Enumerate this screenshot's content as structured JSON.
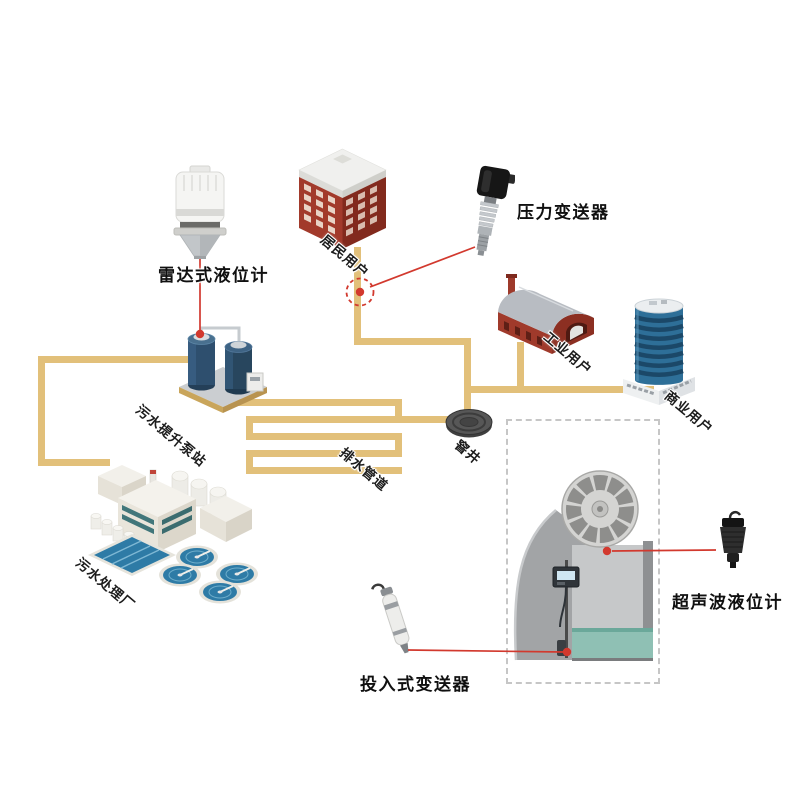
{
  "diagram": {
    "nodes": {
      "radar_level_meter": {
        "label": "雷达式液位计"
      },
      "residential_user": {
        "label": "居民用户"
      },
      "pressure_transmitter": {
        "label": "压力变送器"
      },
      "industrial_user": {
        "label": "工业用户"
      },
      "commercial_user": {
        "label": "商业用户"
      },
      "pump_station": {
        "label": "污水提升泵站"
      },
      "drain_pipe": {
        "label": "排水管道"
      },
      "manhole": {
        "label": "窨井"
      },
      "treatment_plant": {
        "label": "污水处理厂"
      },
      "ultrasonic_level_meter": {
        "label": "超声波液位计"
      },
      "submersible_transmitter": {
        "label": "投入式变送器"
      }
    },
    "colors": {
      "pipe": "#E2C07A",
      "marker": "#D2392E",
      "water": "#2E7BA6"
    }
  }
}
